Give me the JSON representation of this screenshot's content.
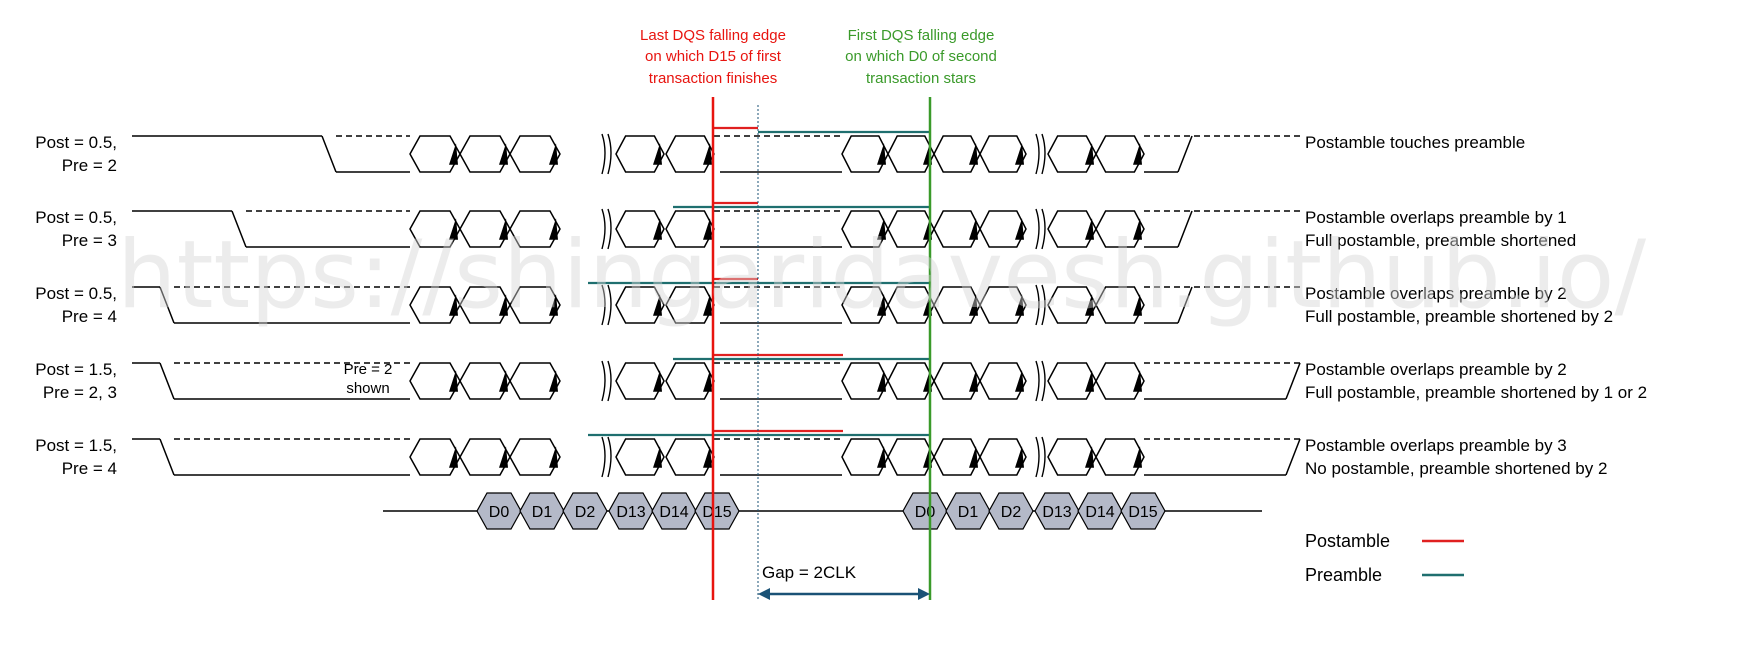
{
  "watermark": "https://shingaridavesh.github.io/",
  "annotations": {
    "last_edge": [
      "Last DQS falling edge",
      "on which D15 of first",
      "transaction finishes"
    ],
    "first_edge": [
      "First DQS falling edge",
      "on which D0 of second",
      "transaction stars"
    ],
    "gap": "Gap = 2CLK",
    "pre_shown": [
      "Pre = 2",
      "shown"
    ]
  },
  "rows": [
    {
      "left": [
        "Post = 0.5,",
        "Pre = 2"
      ],
      "right": [
        "Postamble touches preamble"
      ]
    },
    {
      "left": [
        "Post = 0.5,",
        "Pre = 3"
      ],
      "right": [
        "Postamble overlaps preamble by 1",
        "Full postamble, preamble shortened"
      ]
    },
    {
      "left": [
        "Post = 0.5,",
        "Pre = 4"
      ],
      "right": [
        "Postamble overlaps preamble by 2",
        "Full postamble, preamble shortened by 2"
      ]
    },
    {
      "left": [
        "Post = 1.5,",
        "Pre = 2, 3"
      ],
      "right": [
        "Postamble overlaps preamble by 2",
        "Full postamble, preamble shortened by 1 or 2"
      ]
    },
    {
      "left": [
        "Post = 1.5,",
        "Pre = 4"
      ],
      "right": [
        "Postamble overlaps preamble by 3",
        "No postamble, preamble shortened by 2"
      ]
    }
  ],
  "data_bus": {
    "first": [
      "D0",
      "D1",
      "D2",
      "D13",
      "D14",
      "D15"
    ],
    "second": [
      "D0",
      "D1",
      "D2",
      "D13",
      "D14",
      "D15"
    ]
  },
  "legend": {
    "postamble": "Postamble",
    "preamble": "Preamble"
  },
  "colors": {
    "postamble": "#e02020",
    "preamble": "#1f6f6f",
    "last_edge": "#e8140f",
    "first_edge": "#3a9a2a",
    "gap": "#1a5276",
    "bus_fill": "#b4b9c8",
    "signal": "#000000"
  }
}
